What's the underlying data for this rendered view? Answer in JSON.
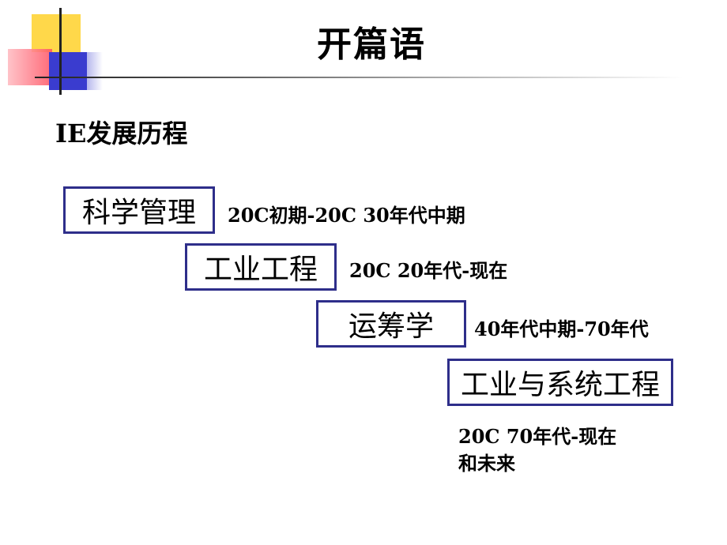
{
  "title": "开篇语",
  "subtitle": "IE发展历程",
  "stages": [
    {
      "label": "科学管理",
      "period": "20C初期-20C 30年代中期"
    },
    {
      "label": "工业工程",
      "period": "20C 20年代-现在"
    },
    {
      "label": "运筹学",
      "period": "40年代中期-70年代"
    },
    {
      "label": "工业与系统工程",
      "period_line1": "20C 70年代-现在",
      "period_line2": "和未来"
    }
  ],
  "colors": {
    "box_border": "#2e2e8a",
    "accent_yellow": "#ffd84a",
    "accent_red": "#ff5060",
    "accent_blue": "#3a3ccf"
  }
}
